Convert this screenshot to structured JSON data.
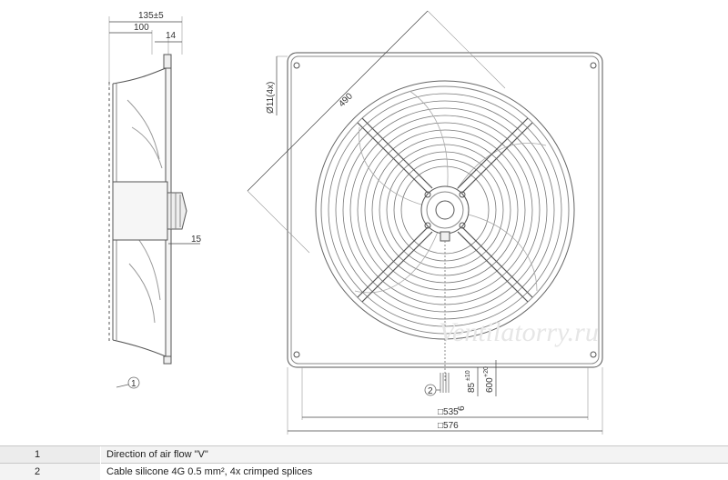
{
  "side_view": {
    "dim_135": "135±5",
    "dim_100": "100",
    "dim_14": "14",
    "dim_15": "15",
    "callout_1": "1"
  },
  "front_view": {
    "dim_490": "490",
    "dim_hole": "Ø11(4x)",
    "dim_535": "□535",
    "dim_576": "□576",
    "dim_85": "85",
    "dim_85_tol": "±10",
    "dim_600": "600",
    "dim_600_tol": "+20",
    "dim_6": "6",
    "callout_2": "2"
  },
  "watermark": "Ventilatorry.ru",
  "legend": [
    {
      "num": "1",
      "text": "Direction of air flow \"V\""
    },
    {
      "num": "2",
      "text": "Cable silicone 4G 0.5 mm², 4x crimped splices"
    }
  ]
}
